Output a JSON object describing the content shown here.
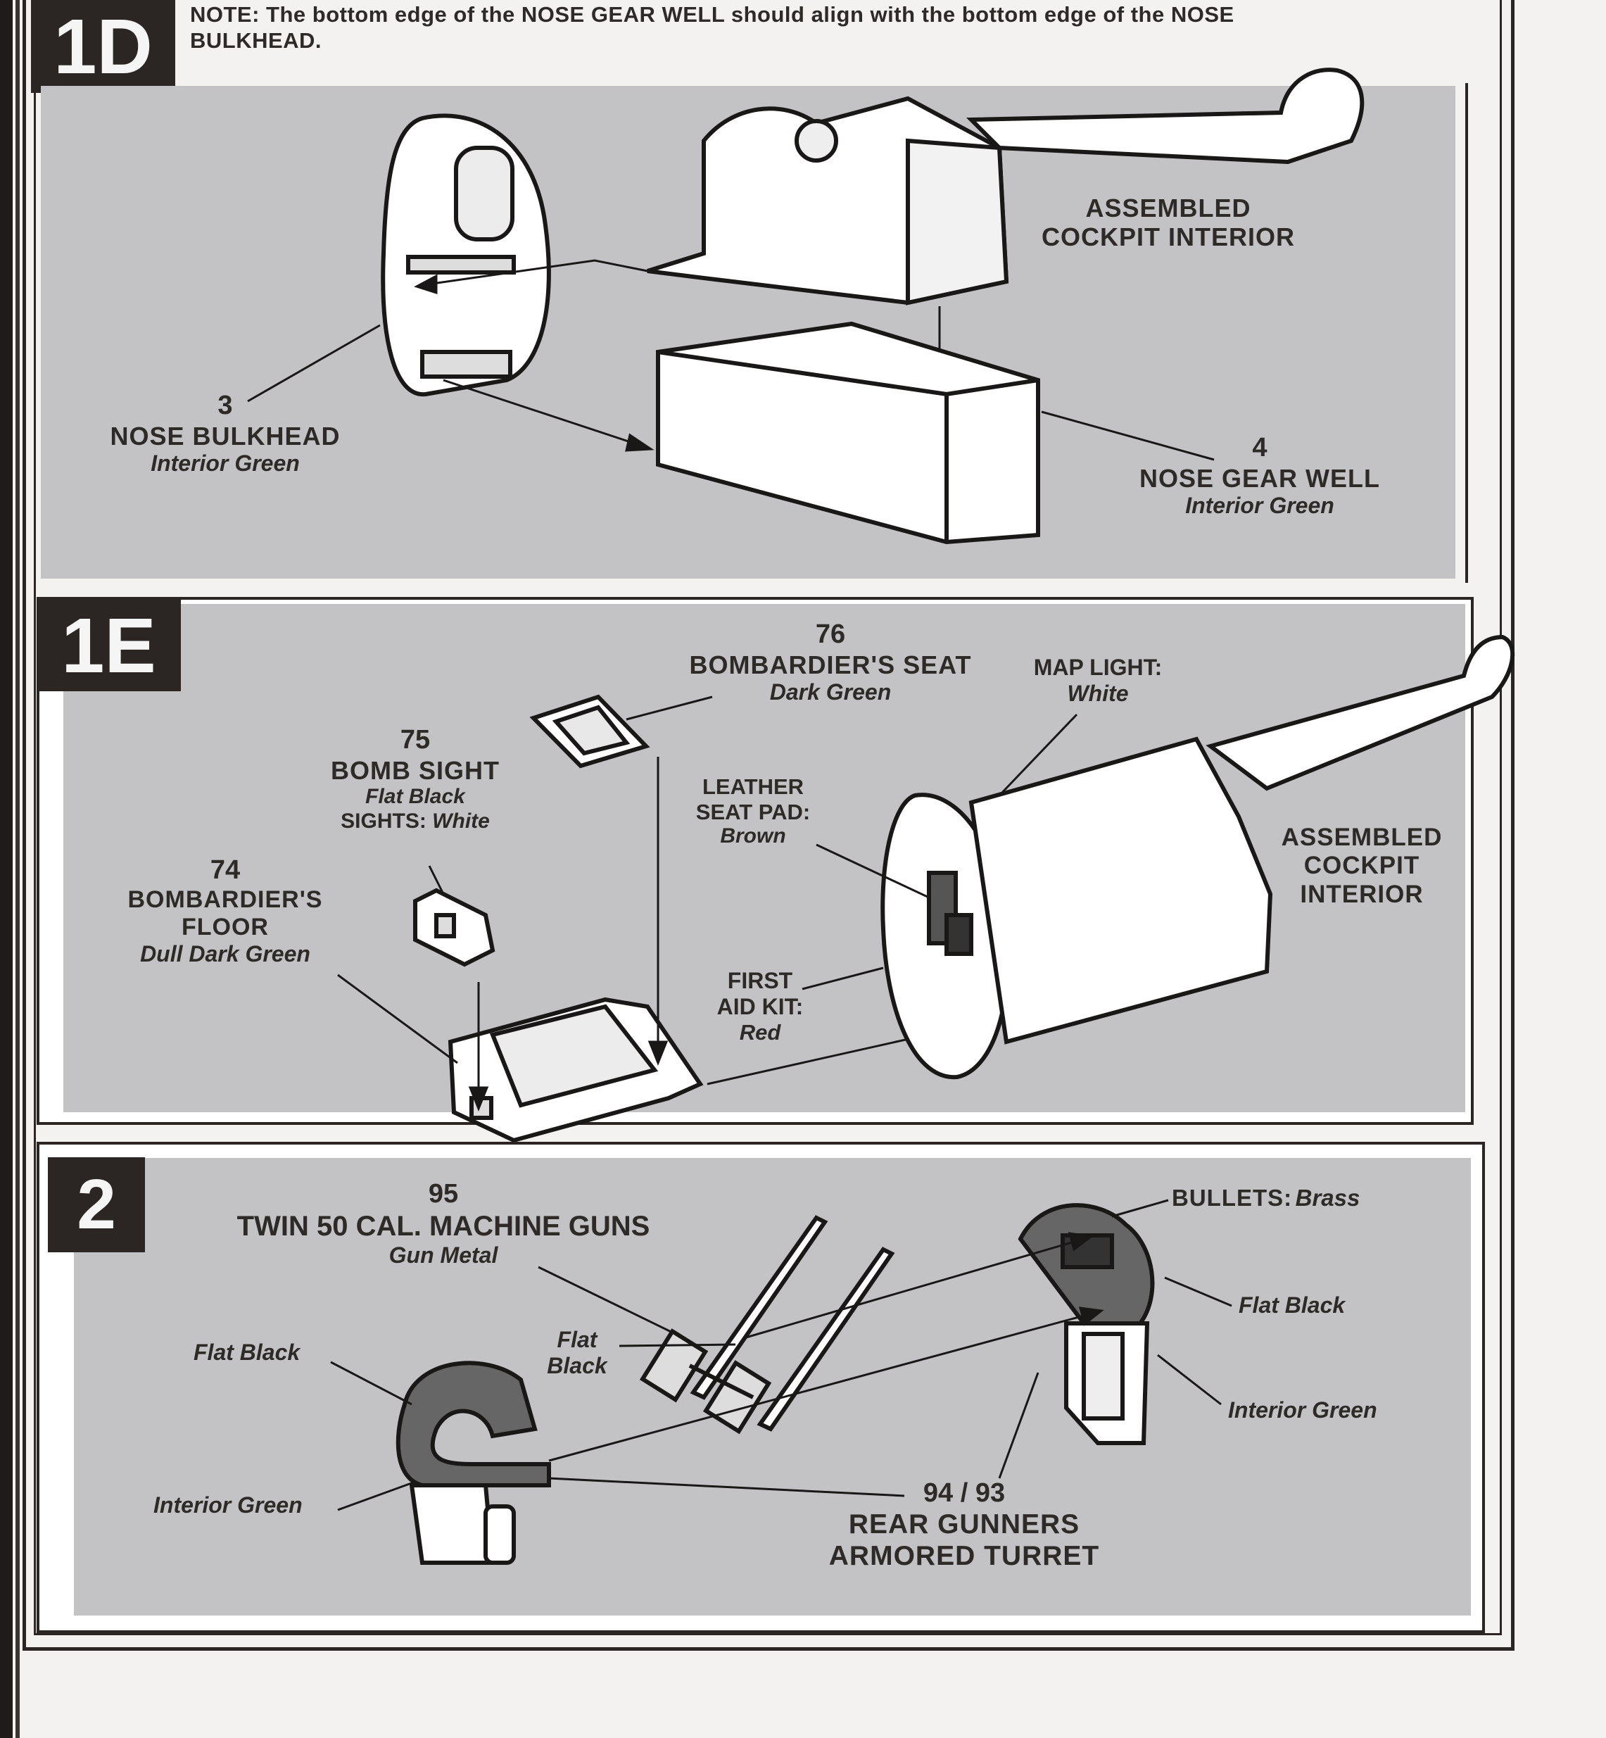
{
  "steps": [
    {
      "id": "1D",
      "note": "NOTE: The bottom edge of the NOSE GEAR WELL should align with the bottom edge of the NOSE BULKHEAD.",
      "callouts": [
        {
          "number": "3",
          "name": "NOSE BULKHEAD",
          "paint": "Interior Green"
        },
        {
          "number": "4",
          "name": "NOSE GEAR WELL",
          "paint": "Interior Green"
        },
        {
          "name_line1": "ASSEMBLED",
          "name_line2": "COCKPIT INTERIOR"
        }
      ]
    },
    {
      "id": "1E",
      "callouts": [
        {
          "number": "76",
          "name": "BOMBARDIER'S SEAT",
          "paint": "Dark Green"
        },
        {
          "name": "MAP LIGHT:",
          "paint": "White"
        },
        {
          "number": "75",
          "name": "BOMB SIGHT",
          "paint": "Flat Black",
          "extra_label": "SIGHTS:",
          "extra_paint": "White"
        },
        {
          "number": "74",
          "name_line1": "BOMBARDIER'S",
          "name_line2": "FLOOR",
          "paint": "Dull Dark Green"
        },
        {
          "name_line1": "LEATHER",
          "name_line2": "SEAT PAD:",
          "paint": "Brown"
        },
        {
          "name_line1": "FIRST",
          "name_line2": "AID KIT:",
          "paint": "Red"
        },
        {
          "name_line1": "ASSEMBLED",
          "name_line2": "COCKPIT",
          "name_line3": "INTERIOR"
        }
      ]
    },
    {
      "id": "2",
      "callouts": [
        {
          "number": "95",
          "name": "TWIN 50 CAL. MACHINE GUNS",
          "paint": "Gun Metal"
        },
        {
          "name": "BULLETS:",
          "paint": "Brass"
        },
        {
          "paint": "Flat Black"
        },
        {
          "paint": "Interior Green"
        },
        {
          "paint_line1": "Flat",
          "paint_line2": "Black"
        },
        {
          "paint": "Flat Black"
        },
        {
          "paint": "Interior Green"
        },
        {
          "number": "94 / 93",
          "name_line1": "REAR GUNNERS",
          "name_line2": "ARMORED TURRET"
        }
      ]
    }
  ]
}
